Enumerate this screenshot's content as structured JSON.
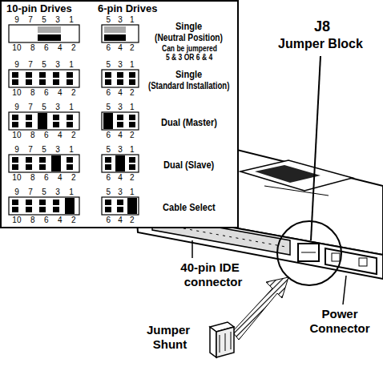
{
  "diagram": {
    "labels": [
      "10-pin Drives",
      "6-pin Drives",
      "9 7 5 3 1",
      "10 8 6 4 2",
      "5 3 1",
      "6 4 2",
      "Single",
      "(Neutral Position)",
      "Can be jumpered",
      "5 & 3 OR 6 & 4",
      "9 7 5 3 1",
      "10 8 6 4 2",
      "5 3 1",
      "6 4 2",
      "Single",
      "(Standard Installation)",
      "9 7 5 3 1",
      "10 8 6 4 2",
      "5 3 1",
      "6 4 2",
      "Dual (Master)",
      "9 7 5 3 1",
      "10 8 6 4 2",
      "5 3 1",
      "6 4 2",
      "Dual (Slave)",
      "9 7 5 3 1",
      "10 8 6 4 2",
      "5 3 1",
      "6 4 2",
      "Cable Select",
      "J8",
      "Jumper Block",
      "40-pin IDE",
      "connector",
      "Power",
      "Connector",
      "Jumper",
      "Shunt"
    ]
  }
}
